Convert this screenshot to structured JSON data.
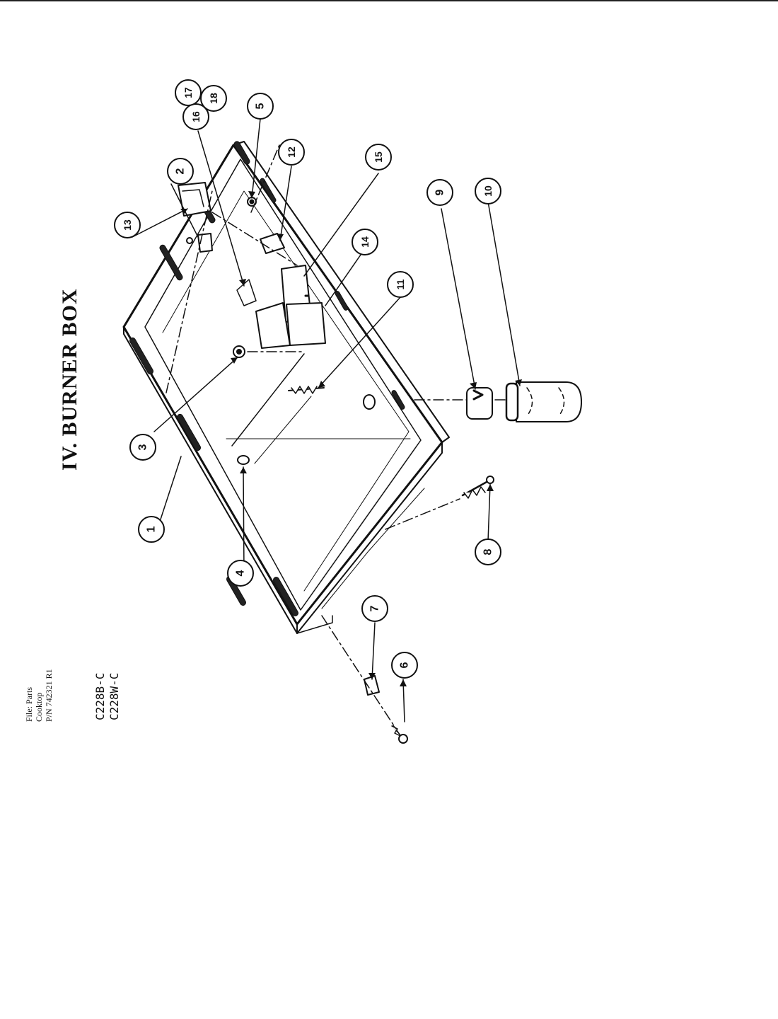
{
  "title": "IV. BURNER BOX",
  "file_info": {
    "line1": "File: Parts",
    "line2": "Cooktop",
    "line3": "P/N 742321 R1"
  },
  "models": [
    "C228B-C",
    "C228W-C"
  ],
  "callouts": [
    "1",
    "2",
    "3",
    "4",
    "5",
    "6",
    "7",
    "8",
    "9",
    "10",
    "11",
    "12",
    "13",
    "14",
    "15",
    "16",
    "17",
    "18"
  ]
}
